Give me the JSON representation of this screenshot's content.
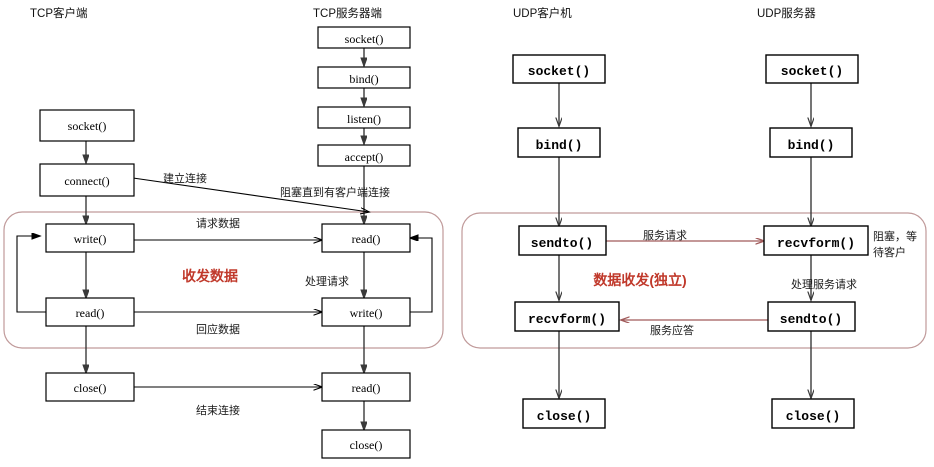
{
  "diagram": {
    "title": "TCP/UDP socket communication flow",
    "columns": [
      {
        "id": "tcp-client",
        "title": "TCP客户端"
      },
      {
        "id": "tcp-server",
        "title": "TCP服务器端"
      },
      {
        "id": "udp-client",
        "title": "UDP客户机"
      },
      {
        "id": "udp-server",
        "title": "UDP服务器"
      }
    ],
    "tcp_client_nodes": [
      {
        "id": "tc-socket",
        "label": "socket()"
      },
      {
        "id": "tc-connect",
        "label": "connect()"
      },
      {
        "id": "tc-write",
        "label": "write()"
      },
      {
        "id": "tc-read",
        "label": "read()"
      },
      {
        "id": "tc-close",
        "label": "close()"
      }
    ],
    "tcp_server_nodes": [
      {
        "id": "ts-socket",
        "label": "socket()"
      },
      {
        "id": "ts-bind",
        "label": "bind()"
      },
      {
        "id": "ts-listen",
        "label": "listen()"
      },
      {
        "id": "ts-accept",
        "label": "accept()"
      },
      {
        "id": "ts-read1",
        "label": "read()"
      },
      {
        "id": "ts-write",
        "label": "write()"
      },
      {
        "id": "ts-read2",
        "label": "read()"
      },
      {
        "id": "ts-close",
        "label": "close()"
      }
    ],
    "udp_client_nodes": [
      {
        "id": "uc-socket",
        "label": "socket()"
      },
      {
        "id": "uc-bind",
        "label": "bind()"
      },
      {
        "id": "uc-sendto",
        "label": "sendto()"
      },
      {
        "id": "uc-recvform",
        "label": "recvform()"
      },
      {
        "id": "uc-close",
        "label": "close()"
      }
    ],
    "udp_server_nodes": [
      {
        "id": "us-socket",
        "label": "socket()"
      },
      {
        "id": "us-bind",
        "label": "bind()"
      },
      {
        "id": "us-recvform",
        "label": "recvform()"
      },
      {
        "id": "us-sendto",
        "label": "sendto()"
      },
      {
        "id": "us-close",
        "label": "close()"
      }
    ],
    "annotations": {
      "establish": "建立连接",
      "block_until_client": "阻塞直到有客户端连接",
      "request_data": "请求数据",
      "handle_request": "处理请求",
      "reply_data": "回应数据",
      "end_connection": "结束连接",
      "tcp_group": "收发数据",
      "service_request": "服务请求",
      "blocking_wait_client_l1": "阻塞，等",
      "blocking_wait_client_l2": "待客户",
      "handle_service_request": "处理服务请求",
      "service_response": "服务应答",
      "udp_group": "数据收发(独立)"
    },
    "colors": {
      "group_border": "#c09a9a",
      "red_label": "#c0392b",
      "arrow_black": "#3a3a3a",
      "arrow_red": "#a05a5a",
      "box_border": "#000000",
      "background": "#ffffff"
    }
  }
}
